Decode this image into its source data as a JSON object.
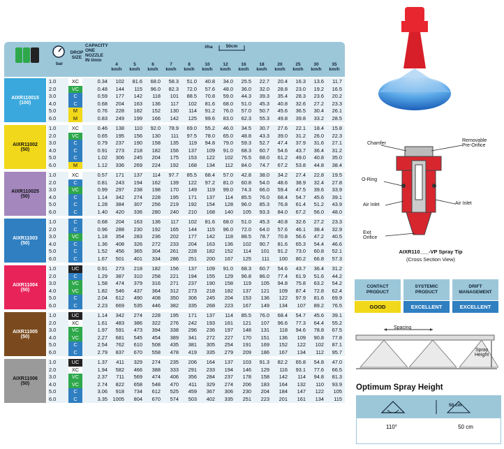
{
  "table": {
    "header": {
      "pressure_unit": "bar",
      "drop_size": "DROP\nSIZE",
      "capacity": "CAPACITY\nONE\nNOZZLE\nIN l/min",
      "rate_unit": "l/ha",
      "spacing": "50cm",
      "speed_unit": "km/h",
      "speeds": [
        "4",
        "5",
        "6",
        "7",
        "8",
        "10",
        "12",
        "16",
        "18",
        "20",
        "25",
        "30",
        "35"
      ]
    },
    "groups": [
      {
        "name": "AIXR110015",
        "sub": "(100)",
        "color": "#3aa8dc",
        "rows": [
          [
            "1.0",
            "XC",
            "0.34",
            "102",
            "81.6",
            "68.0",
            "58.3",
            "51.0",
            "40.8",
            "34.0",
            "25.5",
            "22.7",
            "20.4",
            "16.3",
            "13.6",
            "11.7"
          ],
          [
            "2.0",
            "VC",
            "0.48",
            "144",
            "115",
            "96.0",
            "82.3",
            "72.0",
            "57.6",
            "48.0",
            "36.0",
            "32.0",
            "28.8",
            "23.0",
            "19.2",
            "16.5"
          ],
          [
            "3.0",
            "C",
            "0.59",
            "177",
            "142",
            "118",
            "101",
            "88.5",
            "70.8",
            "59.0",
            "44.3",
            "39.3",
            "35.4",
            "28.3",
            "23.6",
            "20.2"
          ],
          [
            "4.0",
            "C",
            "0.68",
            "204",
            "163",
            "136",
            "117",
            "102",
            "81.6",
            "68.0",
            "51.0",
            "45.3",
            "40.8",
            "32.6",
            "27.2",
            "23.3"
          ],
          [
            "5.0",
            "M",
            "0.76",
            "228",
            "182",
            "152",
            "130",
            "114",
            "91.2",
            "76.0",
            "57.0",
            "50.7",
            "45.6",
            "36.5",
            "30.4",
            "26.1"
          ],
          [
            "6.0",
            "M",
            "0.83",
            "249",
            "199",
            "166",
            "142",
            "125",
            "99.6",
            "83.0",
            "62.3",
            "55.3",
            "49.8",
            "39.8",
            "33.2",
            "28.5"
          ]
        ]
      },
      {
        "name": "AIXR11002",
        "sub": "(50)",
        "color": "#f2d81a",
        "rows": [
          [
            "1.0",
            "XC",
            "0.46",
            "138",
            "110",
            "92.0",
            "78.9",
            "69.0",
            "55.2",
            "46.0",
            "34.5",
            "30.7",
            "27.6",
            "22.1",
            "18.4",
            "15.8"
          ],
          [
            "2.0",
            "VC",
            "0.65",
            "195",
            "156",
            "130",
            "111",
            "97.5",
            "78.0",
            "65.0",
            "48.8",
            "43.3",
            "39.0",
            "31.2",
            "26.0",
            "22.3"
          ],
          [
            "3.0",
            "C",
            "0.79",
            "237",
            "190",
            "158",
            "135",
            "119",
            "94.8",
            "79.0",
            "59.3",
            "52.7",
            "47.4",
            "37.9",
            "31.6",
            "27.1"
          ],
          [
            "4.0",
            "C",
            "0.91",
            "273",
            "218",
            "182",
            "156",
            "137",
            "109",
            "91.0",
            "68.3",
            "60.7",
            "54.6",
            "43.7",
            "36.4",
            "31.2"
          ],
          [
            "5.0",
            "C",
            "1.02",
            "306",
            "245",
            "204",
            "175",
            "153",
            "122",
            "102",
            "76.5",
            "68.0",
            "61.2",
            "49.0",
            "40.8",
            "35.0"
          ],
          [
            "6.0",
            "M",
            "1.12",
            "336",
            "269",
            "224",
            "192",
            "168",
            "134",
            "112",
            "84.0",
            "74.7",
            "67.2",
            "53.8",
            "44.8",
            "38.4"
          ]
        ]
      },
      {
        "name": "AIXR110025",
        "sub": "(50)",
        "color": "#a387bd",
        "rows": [
          [
            "1.0",
            "XC",
            "0.57",
            "171",
            "137",
            "114",
            "97.7",
            "85.5",
            "68.4",
            "57.0",
            "42.8",
            "38.0",
            "34.2",
            "27.4",
            "22.8",
            "19.5"
          ],
          [
            "2.0",
            "C",
            "0.81",
            "243",
            "194",
            "162",
            "139",
            "122",
            "97.2",
            "81.0",
            "60.8",
            "54.0",
            "48.6",
            "38.9",
            "32.4",
            "27.8"
          ],
          [
            "3.0",
            "VC",
            "0.99",
            "297",
            "238",
            "198",
            "170",
            "149",
            "119",
            "99.0",
            "74.3",
            "66.0",
            "59.4",
            "47.5",
            "39.6",
            "33.9"
          ],
          [
            "4.0",
            "C",
            "1.14",
            "342",
            "274",
            "228",
            "195",
            "171",
            "137",
            "114",
            "85.5",
            "76.0",
            "68.4",
            "54.7",
            "45.6",
            "39.1"
          ],
          [
            "5.0",
            "C",
            "1.28",
            "384",
            "307",
            "256",
            "219",
            "192",
            "154",
            "128",
            "96.0",
            "85.3",
            "76.8",
            "61.4",
            "51.2",
            "43.9"
          ],
          [
            "6.0",
            "C",
            "1.40",
            "420",
            "336",
            "280",
            "240",
            "210",
            "168",
            "140",
            "105",
            "93.3",
            "84.0",
            "67.2",
            "56.0",
            "48.0"
          ]
        ]
      },
      {
        "name": "AIXR11003",
        "sub": "(50)",
        "color": "#2f7fc1",
        "rows": [
          [
            "1.0",
            "C",
            "0.68",
            "204",
            "163",
            "136",
            "117",
            "102",
            "81.6",
            "68.0",
            "51.0",
            "45.3",
            "40.8",
            "32.6",
            "27.2",
            "23.3"
          ],
          [
            "2.0",
            "C",
            "0.96",
            "288",
            "230",
            "192",
            "165",
            "144",
            "115",
            "96.0",
            "72.0",
            "64.0",
            "57.6",
            "46.1",
            "38.4",
            "32.9"
          ],
          [
            "3.0",
            "VC",
            "1.18",
            "354",
            "283",
            "236",
            "202",
            "177",
            "142",
            "118",
            "88.5",
            "78.7",
            "70.8",
            "56.6",
            "47.2",
            "40.5"
          ],
          [
            "4.0",
            "C",
            "1.36",
            "408",
            "326",
            "272",
            "233",
            "204",
            "163",
            "136",
            "102",
            "90.7",
            "81.6",
            "65.3",
            "54.4",
            "46.6"
          ],
          [
            "5.0",
            "C",
            "1.52",
            "456",
            "365",
            "304",
            "261",
            "228",
            "182",
            "152",
            "114",
            "101",
            "91.2",
            "73.0",
            "60.8",
            "52.1"
          ],
          [
            "6.0",
            "C",
            "1.67",
            "501",
            "401",
            "334",
            "286",
            "251",
            "200",
            "167",
            "125",
            "111",
            "100",
            "80.2",
            "66.8",
            "57.3"
          ]
        ]
      },
      {
        "name": "AIXR11004",
        "sub": "(50)",
        "color": "#e8235a",
        "rows": [
          [
            "1.0",
            "UC",
            "0.91",
            "273",
            "218",
            "182",
            "156",
            "137",
            "109",
            "91.0",
            "68.3",
            "60.7",
            "54.6",
            "43.7",
            "36.4",
            "31.2"
          ],
          [
            "2.0",
            "C",
            "1.29",
            "387",
            "310",
            "258",
            "221",
            "194",
            "155",
            "129",
            "96.8",
            "86.0",
            "77.4",
            "61.9",
            "51.6",
            "44.2"
          ],
          [
            "3.0",
            "VC",
            "1.58",
            "474",
            "379",
            "316",
            "271",
            "237",
            "190",
            "158",
            "119",
            "105",
            "94.8",
            "75.8",
            "63.2",
            "54.2"
          ],
          [
            "4.0",
            "VC",
            "1.82",
            "546",
            "437",
            "364",
            "312",
            "273",
            "218",
            "182",
            "137",
            "121",
            "109",
            "87.4",
            "72.8",
            "62.4"
          ],
          [
            "5.0",
            "C",
            "2.04",
            "612",
            "490",
            "408",
            "350",
            "306",
            "245",
            "204",
            "153",
            "136",
            "122",
            "97.9",
            "81.6",
            "69.9"
          ],
          [
            "6.0",
            "C",
            "2.23",
            "669",
            "535",
            "446",
            "382",
            "335",
            "268",
            "223",
            "167",
            "149",
            "134",
            "107",
            "89.2",
            "76.5"
          ]
        ]
      },
      {
        "name": "AIXR11005",
        "sub": "(50)",
        "color": "#7a4a1e",
        "rows": [
          [
            "1.0",
            "UC",
            "1.14",
            "342",
            "274",
            "228",
            "195",
            "171",
            "137",
            "114",
            "85.5",
            "76.0",
            "68.4",
            "54.7",
            "45.6",
            "39.1"
          ],
          [
            "2.0",
            "XC",
            "1.61",
            "483",
            "386",
            "322",
            "276",
            "242",
            "193",
            "161",
            "121",
            "107",
            "96.6",
            "77.3",
            "64.4",
            "55.2"
          ],
          [
            "3.0",
            "VC",
            "1.97",
            "591",
            "473",
            "394",
            "338",
            "296",
            "236",
            "197",
            "148",
            "131",
            "118",
            "94.6",
            "78.8",
            "67.5"
          ],
          [
            "4.0",
            "VC",
            "2.27",
            "681",
            "545",
            "454",
            "389",
            "341",
            "272",
            "227",
            "170",
            "151",
            "136",
            "109",
            "90.8",
            "77.8"
          ],
          [
            "5.0",
            "C",
            "2.54",
            "762",
            "610",
            "508",
            "435",
            "381",
            "305",
            "254",
            "191",
            "169",
            "152",
            "122",
            "102",
            "87.1"
          ],
          [
            "6.0",
            "C",
            "2.79",
            "837",
            "670",
            "558",
            "478",
            "419",
            "335",
            "279",
            "209",
            "186",
            "167",
            "134",
            "112",
            "95.7"
          ]
        ]
      },
      {
        "name": "AIXR11006",
        "sub": "(50)",
        "color": "#9a9a9a",
        "rows": [
          [
            "1.0",
            "UC",
            "1.37",
            "411",
            "329",
            "274",
            "235",
            "206",
            "164",
            "137",
            "103",
            "91.3",
            "82.2",
            "65.8",
            "54.8",
            "47.0"
          ],
          [
            "2.0",
            "XC",
            "1.94",
            "582",
            "466",
            "388",
            "333",
            "291",
            "233",
            "194",
            "146",
            "129",
            "116",
            "93.1",
            "77.6",
            "66.5"
          ],
          [
            "3.0",
            "VC",
            "2.37",
            "711",
            "569",
            "474",
            "406",
            "356",
            "284",
            "237",
            "178",
            "158",
            "142",
            "114",
            "94.8",
            "81.3"
          ],
          [
            "4.0",
            "VC",
            "2.74",
            "822",
            "658",
            "548",
            "470",
            "411",
            "329",
            "274",
            "206",
            "183",
            "164",
            "132",
            "110",
            "93.9"
          ],
          [
            "5.0",
            "C",
            "3.06",
            "918",
            "734",
            "612",
            "525",
            "459",
            "367",
            "306",
            "230",
            "204",
            "184",
            "147",
            "122",
            "105"
          ],
          [
            "6.0",
            "C",
            "3.35",
            "1005",
            "804",
            "670",
            "574",
            "503",
            "402",
            "335",
            "251",
            "223",
            "201",
            "161",
            "134",
            "115"
          ]
        ]
      }
    ],
    "drop_colors": {
      "UC": "#222222",
      "XC": "#ffffff",
      "VC": "#2ea84a",
      "C": "#2f7fc1",
      "M": "#f2d81a"
    }
  },
  "diagram": {
    "labels": {
      "chamfer": "Chamfer",
      "removable": "Removable\nPre-Orifice",
      "oring": "O-Ring",
      "air_inlet_left": "Air Inlet",
      "air_inlet_right": "Air Inlet",
      "exit": "Exit\nOrifice",
      "caption": "AIXR110___-VP Spray Tip",
      "caption2": "(Cross Section View)"
    }
  },
  "ratings": {
    "headers": [
      "CONTACT\nPRODUCT",
      "SYSTEMIC\nPRODUCT",
      "DRIFT\nMANAGEMENT"
    ],
    "values": [
      "GOOD",
      "EXCELLENT",
      "EXCELLENT"
    ]
  },
  "spacing": {
    "spacing_label": "Spacing",
    "height_label": "Spray\nHeight"
  },
  "optimum": {
    "title": "Optimum Spray Height",
    "angle": "110°",
    "height": "50 cm",
    "icon_height": "50 cm"
  }
}
